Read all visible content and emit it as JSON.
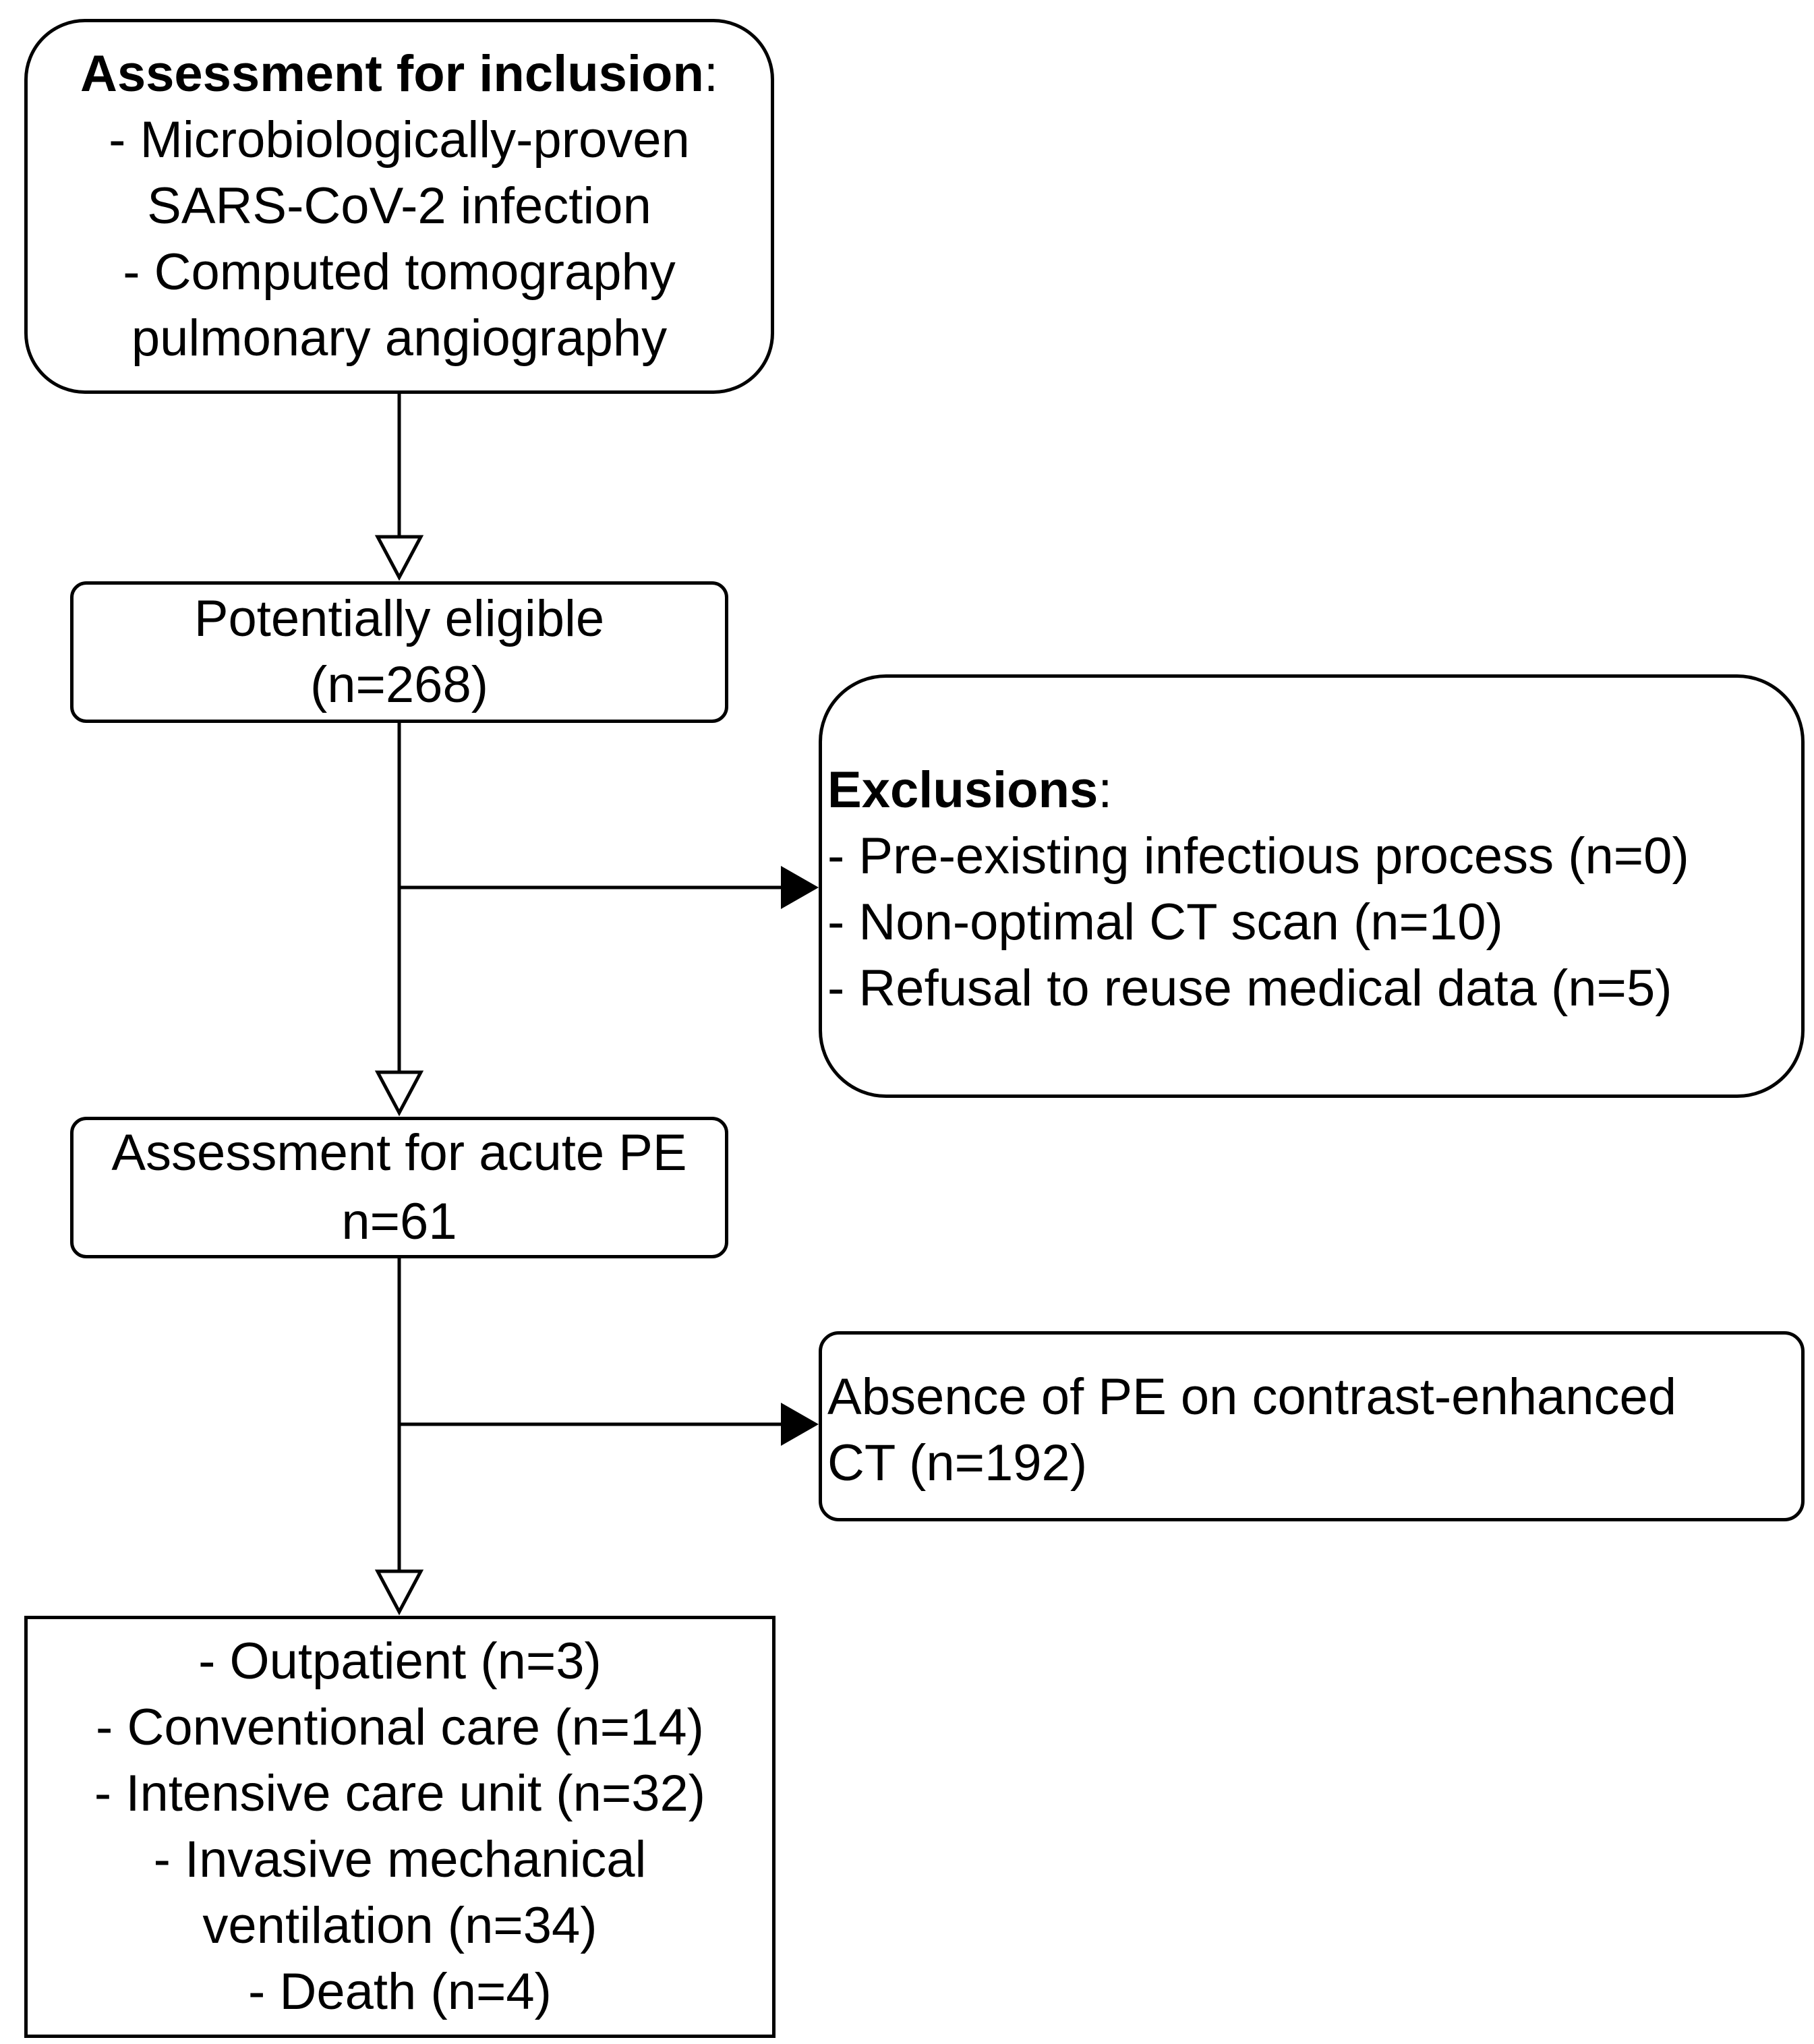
{
  "inclusion": {
    "heading": "Assessment for inclusion",
    "heading_suffix": ":",
    "lines": [
      "- Microbiologically-proven",
      "SARS-CoV-2 infection",
      "- Computed tomography",
      "pulmonary angiography"
    ]
  },
  "eligible": {
    "lines": [
      "Potentially eligible",
      "(n=268)"
    ]
  },
  "exclusions": {
    "heading": "Exclusions",
    "heading_suffix": ":",
    "lines": [
      "- Pre-existing infectious process (n=0)",
      "- Non-optimal CT scan (n=10)",
      "- Refusal to reuse medical data (n=5)"
    ]
  },
  "assessment": {
    "lines": [
      "Assessment for acute PE",
      "n=61"
    ]
  },
  "absence": {
    "lines": [
      "Absence of PE on contrast-enhanced",
      "CT (n=192)"
    ]
  },
  "outcomes": {
    "lines": [
      "- Outpatient (n=3)",
      "- Conventional care (n=14)",
      "- Intensive care unit (n=32)",
      "- Invasive mechanical",
      "ventilation (n=34)",
      "- Death (n=4)"
    ]
  }
}
